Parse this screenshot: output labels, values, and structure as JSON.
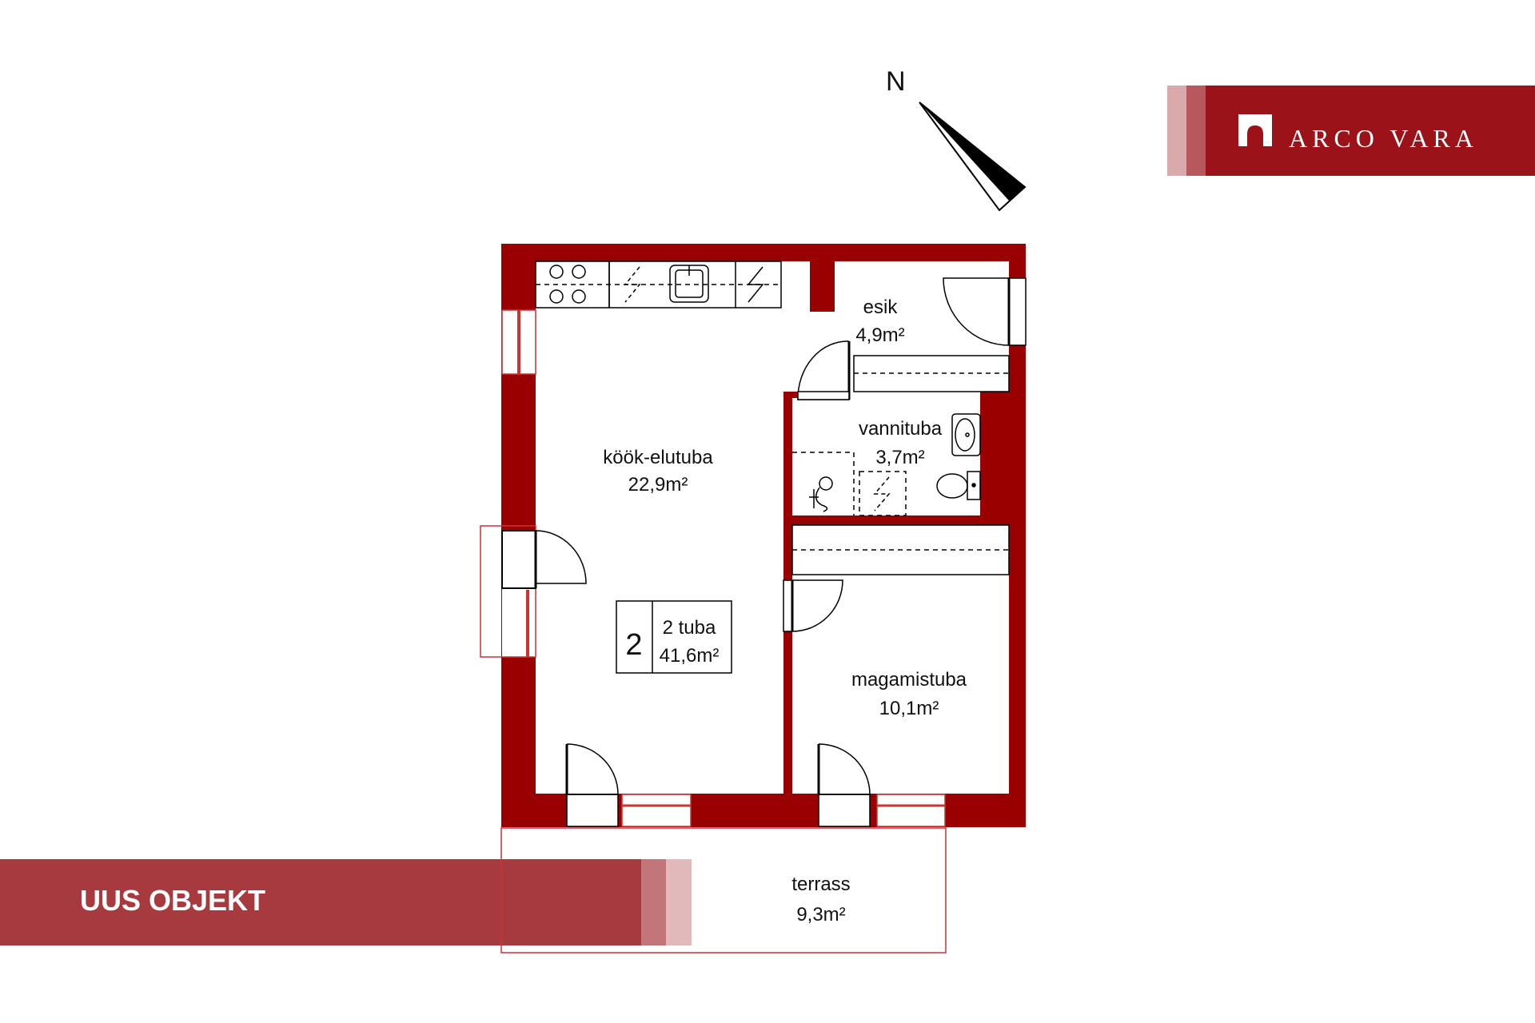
{
  "colors": {
    "wall": "#990000",
    "brand": "#9b1219",
    "brand_stripe_1": "#d9a9ab",
    "brand_stripe_2": "#b7585d",
    "ribbon": "#a63a3f",
    "ribbon_stripe_1": "#c27679",
    "ribbon_stripe_2": "#e2b9ba"
  },
  "compass": {
    "label": "N",
    "icon": "north-arrow-icon"
  },
  "brand": {
    "name": "ARCO VARA",
    "icon": "arco-vara-logo-icon"
  },
  "ribbon": {
    "label": "UUS OBJEKT"
  },
  "summary": {
    "rooms_number": "2",
    "rooms_label": "2 tuba",
    "total_area": "41,6m²"
  },
  "rooms": {
    "living": {
      "name": "köök-elutuba",
      "area": "22,9m²"
    },
    "hall": {
      "name": "esik",
      "area": "4,9m²"
    },
    "bath": {
      "name": "vannituba",
      "area": "3,7m²"
    },
    "bedroom": {
      "name": "magamistuba",
      "area": "10,1m²"
    },
    "terrace": {
      "name": "terrass",
      "area": "9,3m²"
    }
  }
}
